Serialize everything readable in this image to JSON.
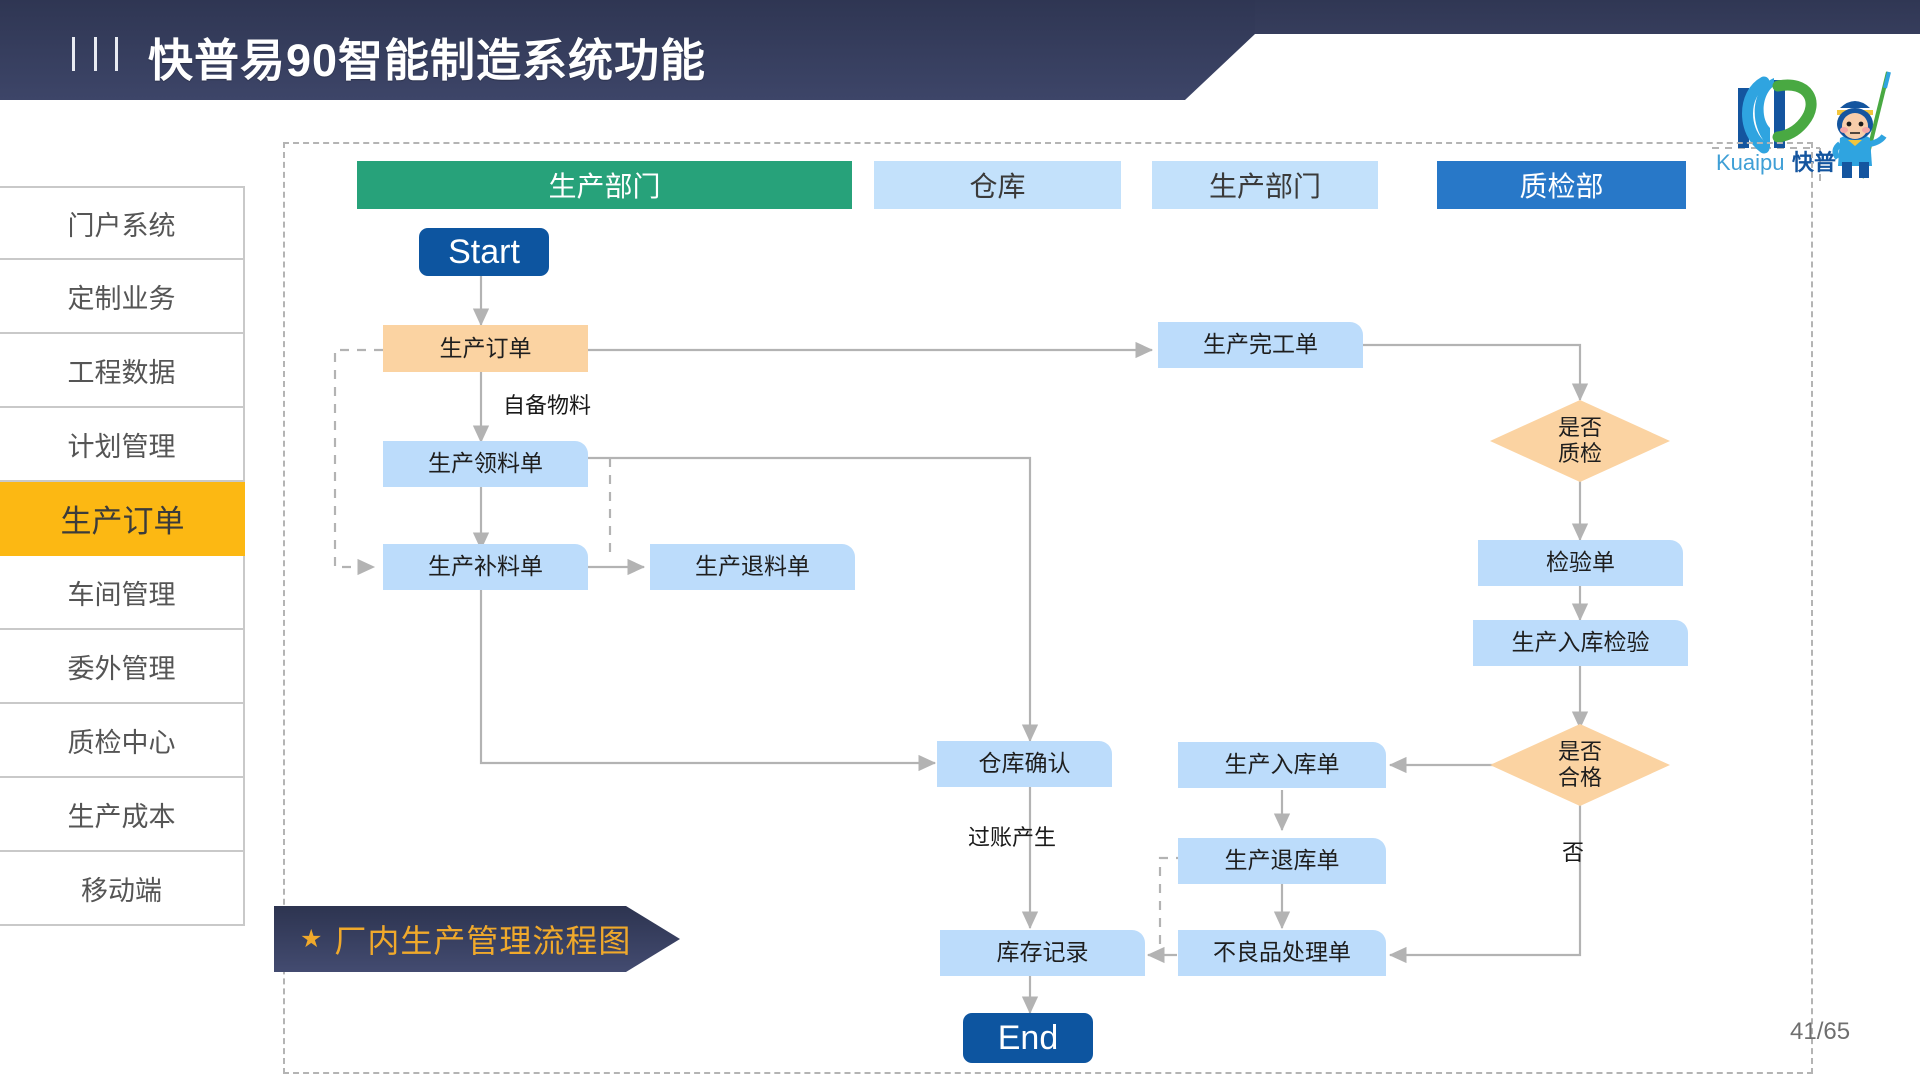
{
  "header": {
    "title": "快普易90智能制造系统功能",
    "menu_icon": "hamburger-bars-icon"
  },
  "logo": {
    "wordmark": "Kuaipu",
    "cn_name": "快普",
    "tm": "®"
  },
  "sidebar": {
    "items": [
      {
        "label": "门户系统",
        "active": false
      },
      {
        "label": "定制业务",
        "active": false
      },
      {
        "label": "工程数据",
        "active": false
      },
      {
        "label": "计划管理",
        "active": false
      },
      {
        "label": "生产订单",
        "active": true
      },
      {
        "label": "车间管理",
        "active": false
      },
      {
        "label": "委外管理",
        "active": false
      },
      {
        "label": "质检中心",
        "active": false
      },
      {
        "label": "生产成本",
        "active": false
      },
      {
        "label": "移动端",
        "active": false
      }
    ],
    "active_color": "#fcb813"
  },
  "lanes": [
    {
      "label": "生产部门",
      "style": "green"
    },
    {
      "label": "仓库",
      "style": "light"
    },
    {
      "label": "生产部门",
      "style": "light"
    },
    {
      "label": "质检部",
      "style": "blue"
    }
  ],
  "nodes": {
    "start": "Start",
    "prod_order": "生产订单",
    "pick_list": "生产领料单",
    "replenish": "生产补料单",
    "return_mat": "生产退料单",
    "finish_order": "生产完工单",
    "decide_qc_1": "是否",
    "decide_qc_2": "质检",
    "inspect_doc": "检验单",
    "in_inspect": "生产入库检验",
    "decide_ok_1": "是否",
    "decide_ok_2": "合格",
    "wh_confirm": "仓库确认",
    "in_stock": "生产入库单",
    "stock_return": "生产退库单",
    "defect_doc": "不良品处理单",
    "stock_record": "库存记录",
    "end": "End"
  },
  "edge_labels": {
    "self_material": "自备物料",
    "posting": "过账产生",
    "no": "否"
  },
  "banner": {
    "star": "★",
    "text": "厂内生产管理流程图"
  },
  "footer": {
    "page": "41/65"
  },
  "colors": {
    "header_dark": "#2f3653",
    "lane_green": "#27a27a",
    "lane_light": "#c3e1fb",
    "lane_blue": "#2878c8",
    "node_blue": "#bcdcfb",
    "node_orange": "#fbd3a2",
    "terminal_blue": "#0d55a0",
    "accent_amber": "#fcb813",
    "banner_amber": "#f0a92b"
  },
  "chart_data": {
    "type": "diagram",
    "title": "厂内生产管理流程图",
    "lanes": [
      "生产部门",
      "仓库",
      "生产部门",
      "质检部"
    ],
    "nodes": [
      {
        "id": "start",
        "label": "Start",
        "shape": "terminator"
      },
      {
        "id": "prod_order",
        "label": "生产订单",
        "shape": "process"
      },
      {
        "id": "pick_list",
        "label": "生产领料单",
        "shape": "document"
      },
      {
        "id": "replenish",
        "label": "生产补料单",
        "shape": "document"
      },
      {
        "id": "return_mat",
        "label": "生产退料单",
        "shape": "document"
      },
      {
        "id": "finish_order",
        "label": "生产完工单",
        "shape": "document"
      },
      {
        "id": "decide_qc",
        "label": "是否质检",
        "shape": "decision"
      },
      {
        "id": "inspect_doc",
        "label": "检验单",
        "shape": "document"
      },
      {
        "id": "in_inspect",
        "label": "生产入库检验",
        "shape": "document"
      },
      {
        "id": "decide_ok",
        "label": "是否合格",
        "shape": "decision"
      },
      {
        "id": "wh_confirm",
        "label": "仓库确认",
        "shape": "document"
      },
      {
        "id": "in_stock",
        "label": "生产入库单",
        "shape": "document"
      },
      {
        "id": "stock_return",
        "label": "生产退库单",
        "shape": "document"
      },
      {
        "id": "defect_doc",
        "label": "不良品处理单",
        "shape": "document"
      },
      {
        "id": "stock_record",
        "label": "库存记录",
        "shape": "document"
      },
      {
        "id": "end",
        "label": "End",
        "shape": "terminator"
      }
    ],
    "edges": [
      {
        "from": "start",
        "to": "prod_order",
        "label": ""
      },
      {
        "from": "prod_order",
        "to": "pick_list",
        "label": "自备物料"
      },
      {
        "from": "prod_order",
        "to": "finish_order",
        "label": ""
      },
      {
        "from": "pick_list",
        "to": "replenish",
        "label": ""
      },
      {
        "from": "pick_list",
        "to": "wh_confirm",
        "label": ""
      },
      {
        "from": "replenish",
        "to": "return_mat",
        "label": ""
      },
      {
        "from": "replenish",
        "to": "wh_confirm",
        "label": ""
      },
      {
        "from": "prod_order",
        "to": "replenish",
        "label": "",
        "style": "dashed"
      },
      {
        "from": "return_mat",
        "to": "replenish",
        "label": "",
        "style": "dashed"
      },
      {
        "from": "finish_order",
        "to": "decide_qc",
        "label": ""
      },
      {
        "from": "decide_qc",
        "to": "inspect_doc",
        "label": ""
      },
      {
        "from": "inspect_doc",
        "to": "in_inspect",
        "label": ""
      },
      {
        "from": "in_inspect",
        "to": "decide_ok",
        "label": ""
      },
      {
        "from": "decide_ok",
        "to": "in_stock",
        "label": ""
      },
      {
        "from": "decide_ok",
        "to": "defect_doc",
        "label": "否"
      },
      {
        "from": "in_stock",
        "to": "stock_return",
        "label": ""
      },
      {
        "from": "stock_return",
        "to": "defect_doc",
        "label": ""
      },
      {
        "from": "defect_doc",
        "to": "stock_record",
        "label": ""
      },
      {
        "from": "stock_return",
        "to": "stock_record",
        "label": "",
        "style": "dashed"
      },
      {
        "from": "wh_confirm",
        "to": "stock_record",
        "label": "过账产生"
      },
      {
        "from": "stock_record",
        "to": "end",
        "label": ""
      }
    ]
  }
}
